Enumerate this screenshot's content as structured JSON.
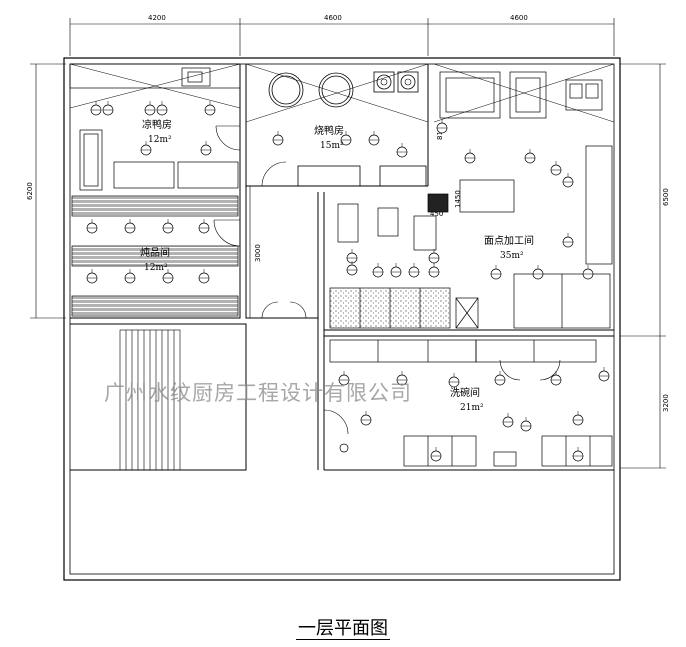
{
  "drawing_title": "一层平面图",
  "watermark": "广州水纹厨房工程设计有限公司",
  "dimensions": {
    "top": [
      "4200",
      "4600",
      "4600"
    ],
    "left": "6200",
    "inner_vertical": "3000",
    "right_upper": "6500",
    "right_lower": "3200",
    "small_1": "810",
    "small_2": "1450",
    "small_3": "450"
  },
  "rooms": [
    {
      "key": "cold",
      "name": "凉鸭房",
      "area": "12m²"
    },
    {
      "key": "roast",
      "name": "烧鸭房",
      "area": "15m²"
    },
    {
      "key": "pastry",
      "name": "面点加工间",
      "area": "35m²"
    },
    {
      "key": "stew",
      "name": "炖品间",
      "area": "12m²"
    },
    {
      "key": "wash",
      "name": "洗碗间",
      "area": "21m²"
    }
  ],
  "colors": {
    "line": "#000000",
    "watermark": "#8a8a8a",
    "grid_fill": "#333333"
  }
}
